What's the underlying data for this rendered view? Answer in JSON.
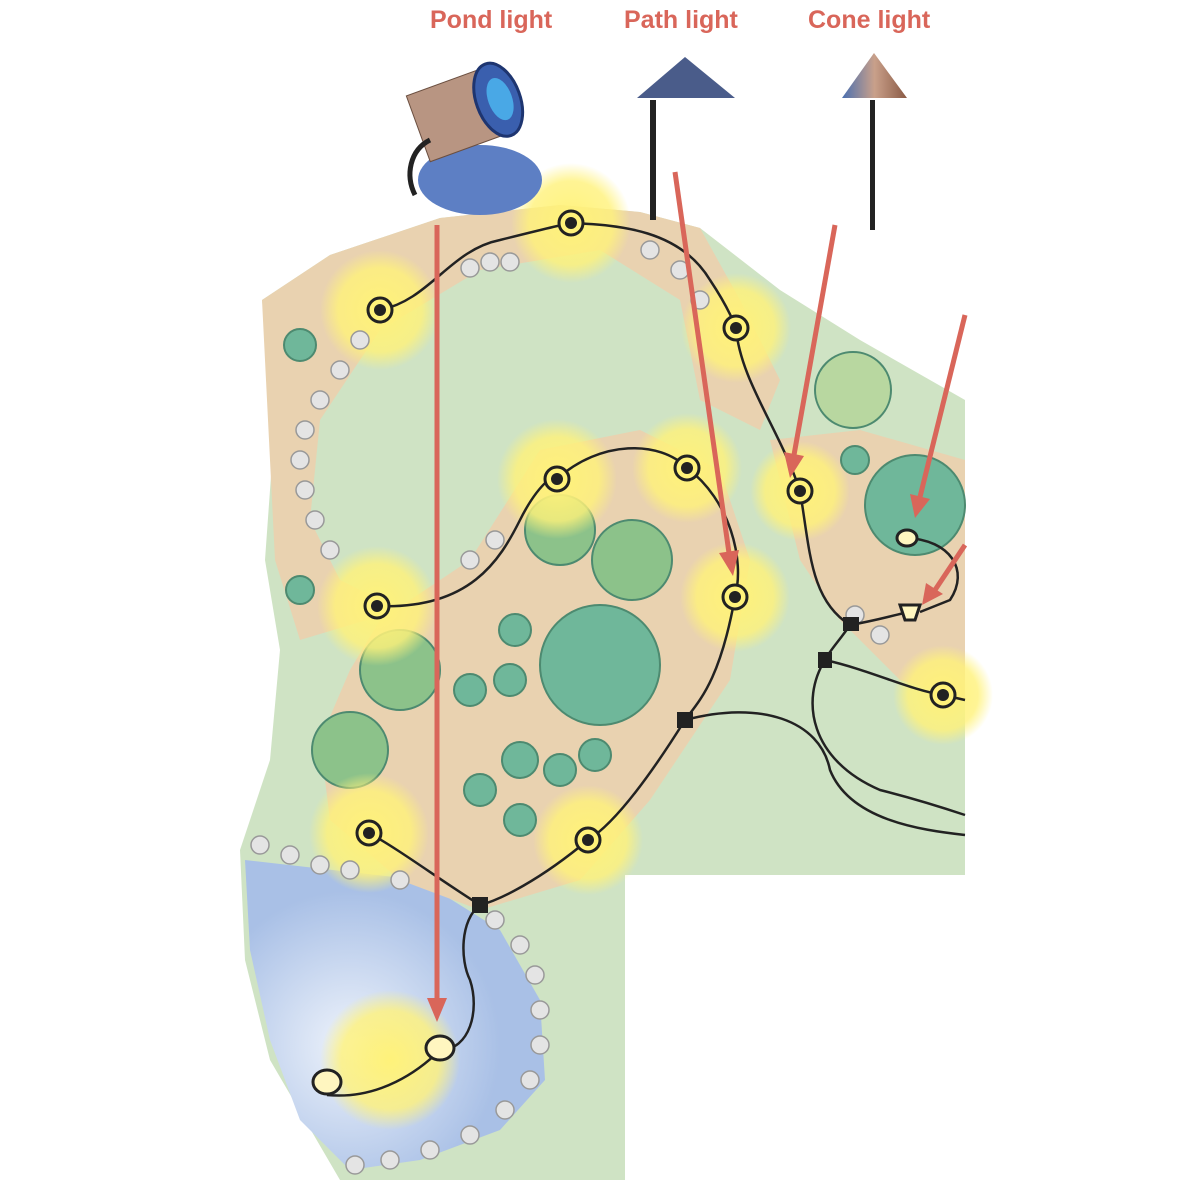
{
  "labels": {
    "pond_light": "Pond light",
    "path_light": "Path light",
    "cone_light": "Cone light"
  },
  "colors": {
    "label": "#d9665a",
    "arrow": "#d9665a",
    "lawn": "#cfe3c4",
    "bed": "#e9d2b0",
    "glow": "#fff27a",
    "water": "#b9cde9",
    "cable": "#222222"
  }
}
